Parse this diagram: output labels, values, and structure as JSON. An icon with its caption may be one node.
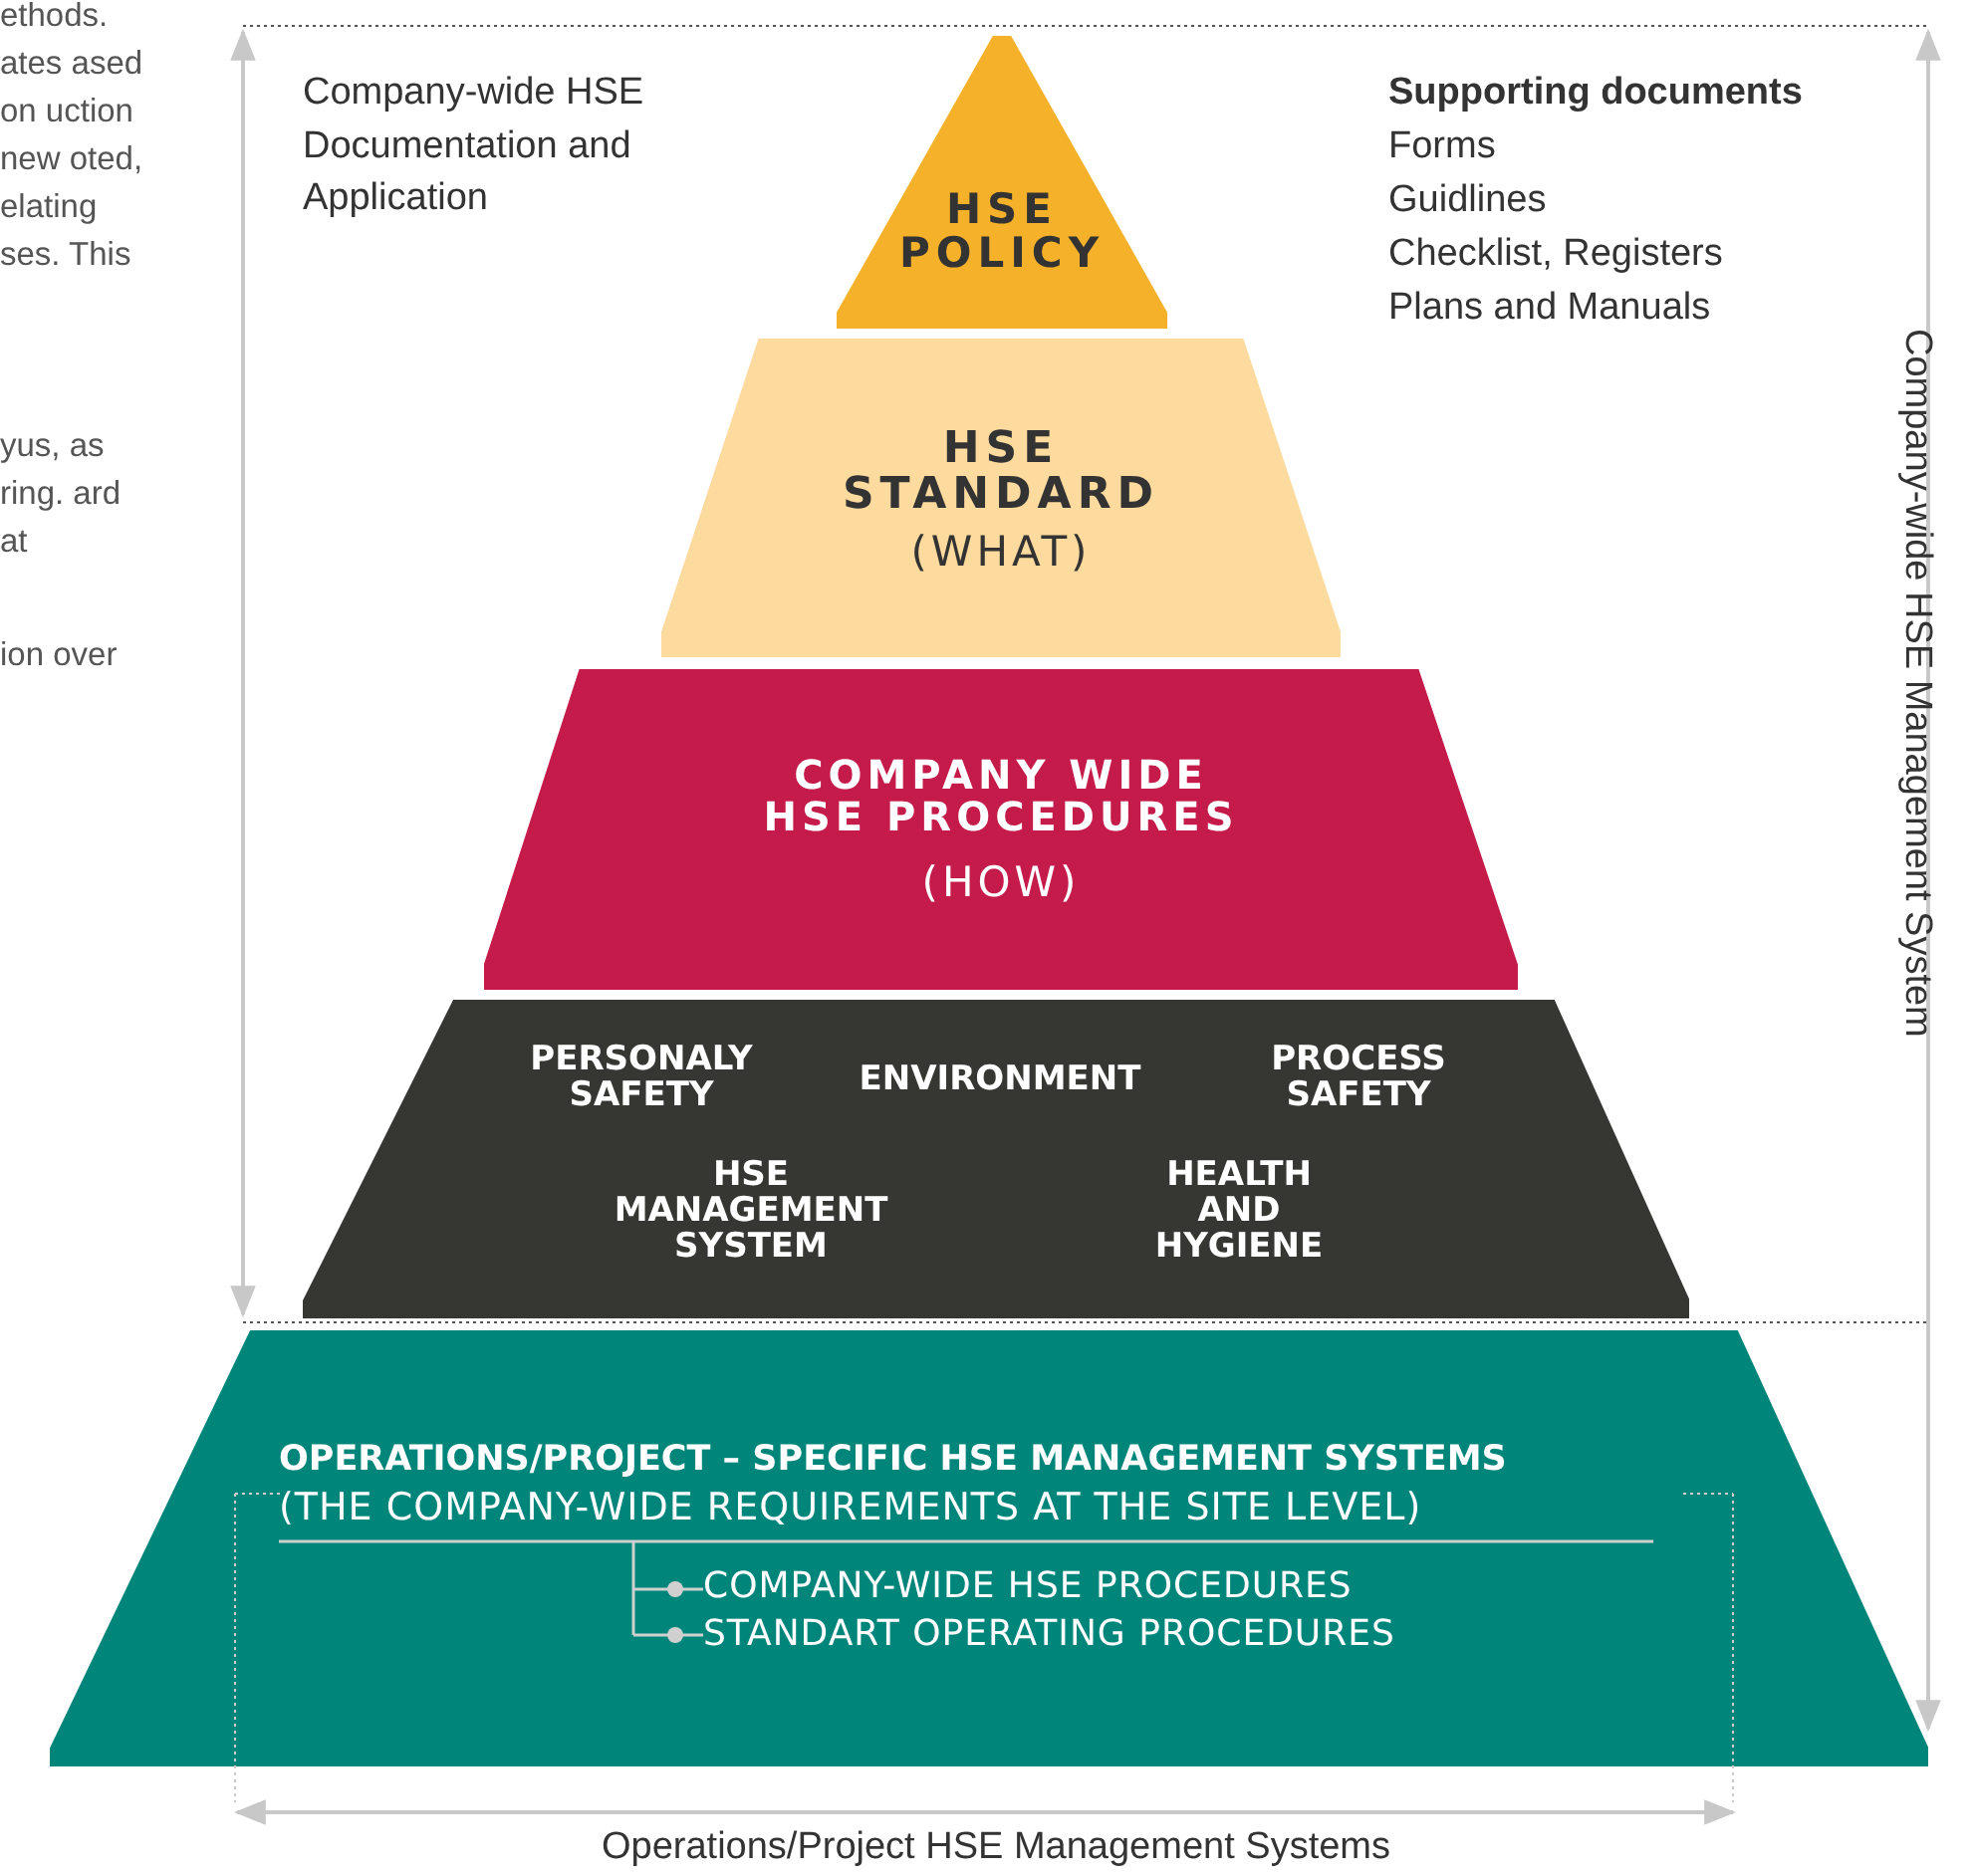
{
  "diagram": {
    "nodes": [
      {
        "text": [
          "HSE POLICY"
        ]
      },
      {
        "text": [
          "HSE STANDARD",
          "(WHAT)"
        ]
      },
      {
        "text": [
          "COMPANY WIDE HSE PROCEDURES",
          "(HOW)"
        ]
      },
      {
        "text": [
          "PERSONALY SAFETY",
          "ENVIRONMENT",
          "PROCESS SAFETY",
          "HSE MANAGEMENT SYSTEM",
          "HEALTH AND HYGIENE"
        ]
      },
      {
        "text": [
          "OPERATIONS/PROJECT – SPECIFIC HSE MANAGEMENT SYSTEMS",
          "(THE COMPANY-WIDE REQUIREMENTS AT THE SITE LEVEL)",
          "COMPANY-WIDE HSE PROCEDURES",
          "STANDART OPERATING PROCEDURES"
        ]
      }
    ],
    "edges": [],
    "labels": [
      "ethods. ates ased on uction new oted, elating ses. This",
      "yus, as ring. ard at",
      "ion over",
      "Company-wide HSE Documentation and Application",
      "Supporting documents",
      "Forms",
      "Guidlines",
      "Checklist, Registers",
      "Plans and Manuals",
      "Company-wide HSE Management System",
      "Operations/Project HSE Management Systems"
    ]
  }
}
